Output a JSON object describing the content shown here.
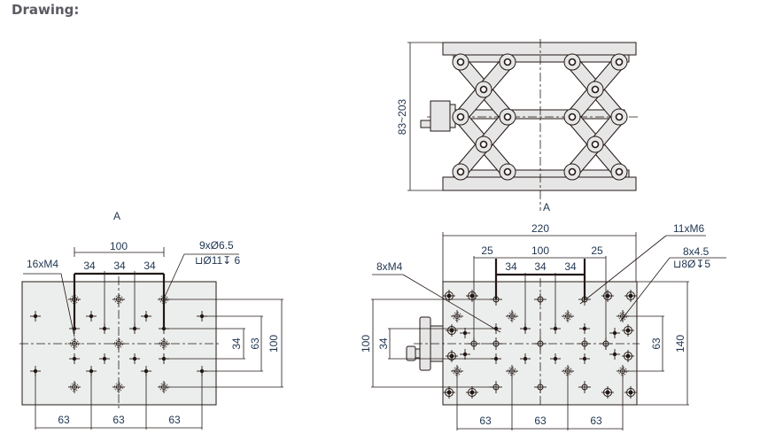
{
  "heading": "Drawing:",
  "side_view": {
    "height_range": "83~203",
    "section_marker": "A"
  },
  "top_view_left": {
    "section_label": "A",
    "overall_top": "100",
    "spacings_top": [
      "34",
      "34",
      "34"
    ],
    "thread_callout": "16xM4",
    "hole_callout_line1": "9xØ6.5",
    "hole_callout_line2": "⊔Ø11↧ 6",
    "right_dims": [
      "34",
      "63",
      "100"
    ],
    "bottom_dims": [
      "63",
      "63",
      "63"
    ]
  },
  "top_view_right": {
    "overall_top": "220",
    "offsets_top": [
      "25",
      "100",
      "25"
    ],
    "spacings_top": [
      "34",
      "34",
      "34"
    ],
    "thread_callout_left": "8xM4",
    "thread_callout_right": "11xM6",
    "hole_callout_line1": "8x4.5",
    "hole_callout_line2": "⊔8Ø↧5",
    "left_dims": [
      "100",
      "34"
    ],
    "right_dims": [
      "63",
      "140"
    ],
    "bottom_dims": [
      "63",
      "63",
      "63"
    ]
  },
  "colors": {
    "heading": "#5a5a62",
    "dimension_text": "#1f3550",
    "line": "#231815",
    "plate_fill": "#eceeed"
  }
}
